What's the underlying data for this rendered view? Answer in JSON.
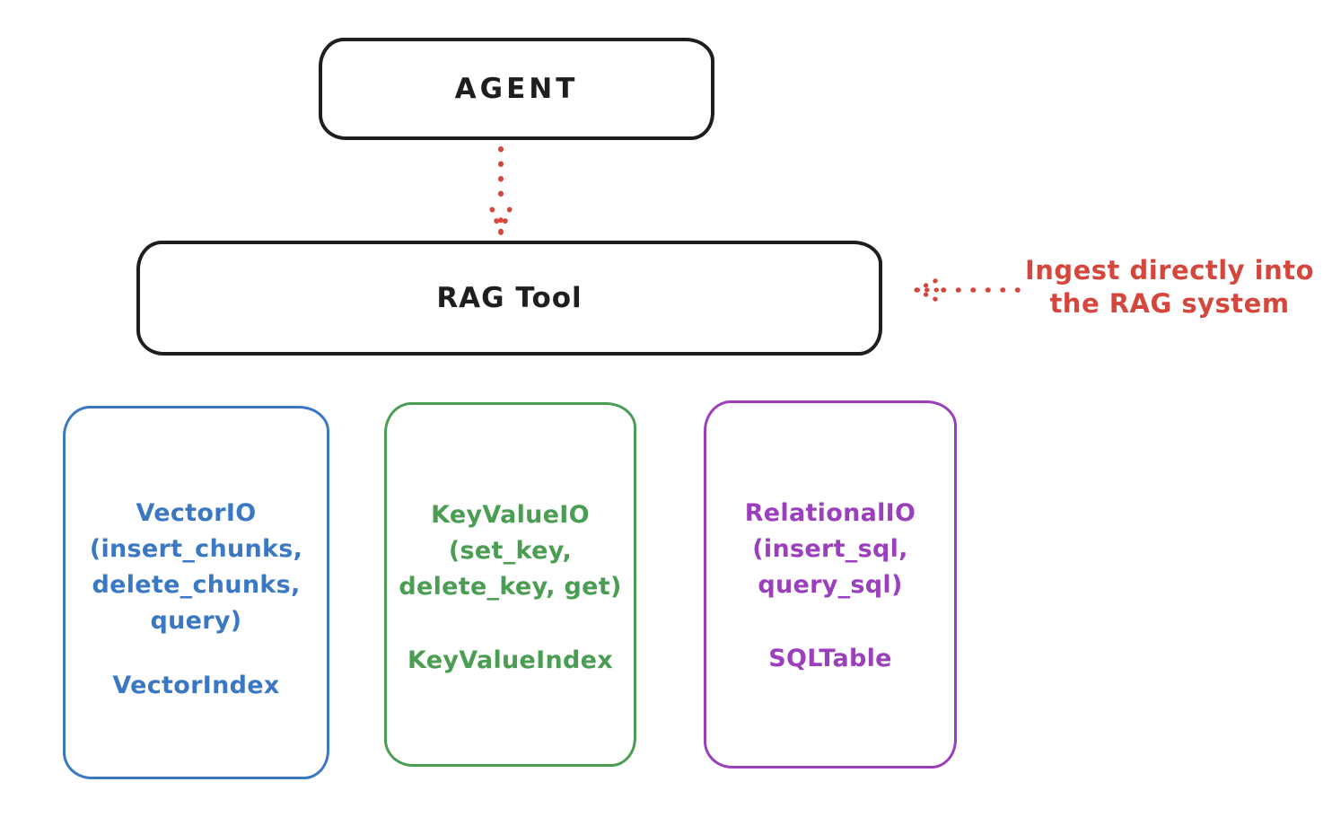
{
  "diagram": {
    "agent": {
      "label": "AGENT"
    },
    "rag_tool": {
      "label": "RAG Tool"
    },
    "annotation": {
      "line1": "Ingest directly into",
      "line2": "the RAG system"
    },
    "arrows": [
      {
        "name": "agent-to-rag-tool",
        "style": "dotted",
        "direction": "down"
      },
      {
        "name": "ingest-into-rag",
        "style": "dotted",
        "direction": "left"
      }
    ],
    "backends": [
      {
        "id": "vector",
        "lines": [
          "VectorIO",
          "(insert_chunks,",
          "delete_chunks,",
          "query)"
        ],
        "index_label": "VectorIndex"
      },
      {
        "id": "keyvalue",
        "lines": [
          "KeyValueIO",
          "(set_key,",
          "delete_key, get)"
        ],
        "index_label": "KeyValueIndex"
      },
      {
        "id": "relational",
        "lines": [
          "RelationalIO",
          "(insert_sql,",
          "query_sql)"
        ],
        "index_label": "SQLTable"
      }
    ],
    "colors": {
      "stroke": "#1e1e1e",
      "red": "#d5473d",
      "blue": "#3b78c4",
      "green": "#4a9d52",
      "purple": "#9b3fbd",
      "bg": "#ffffff"
    }
  }
}
